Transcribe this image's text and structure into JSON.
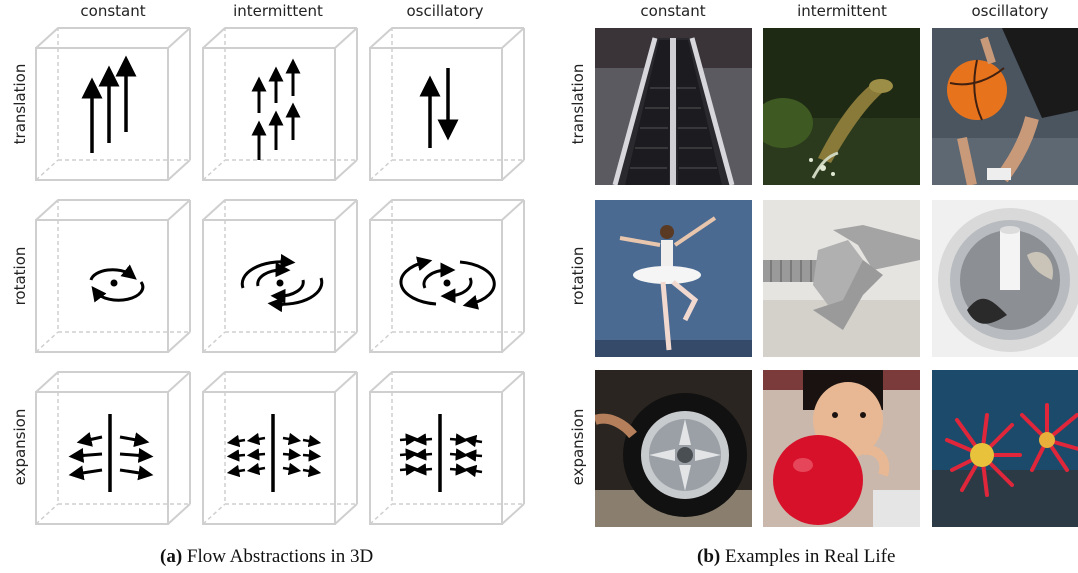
{
  "panel_a": {
    "columns": [
      "constant",
      "intermittent",
      "oscillatory"
    ],
    "rows": [
      "translation",
      "rotation",
      "expansion"
    ],
    "caption_label": "(a)",
    "caption_text": " Flow Abstractions in 3D"
  },
  "panel_b": {
    "columns": [
      "constant",
      "intermittent",
      "oscillatory"
    ],
    "rows": [
      "translation",
      "rotation",
      "expansion"
    ],
    "caption_label": "(b)",
    "caption_text": " Examples in Real Life"
  }
}
